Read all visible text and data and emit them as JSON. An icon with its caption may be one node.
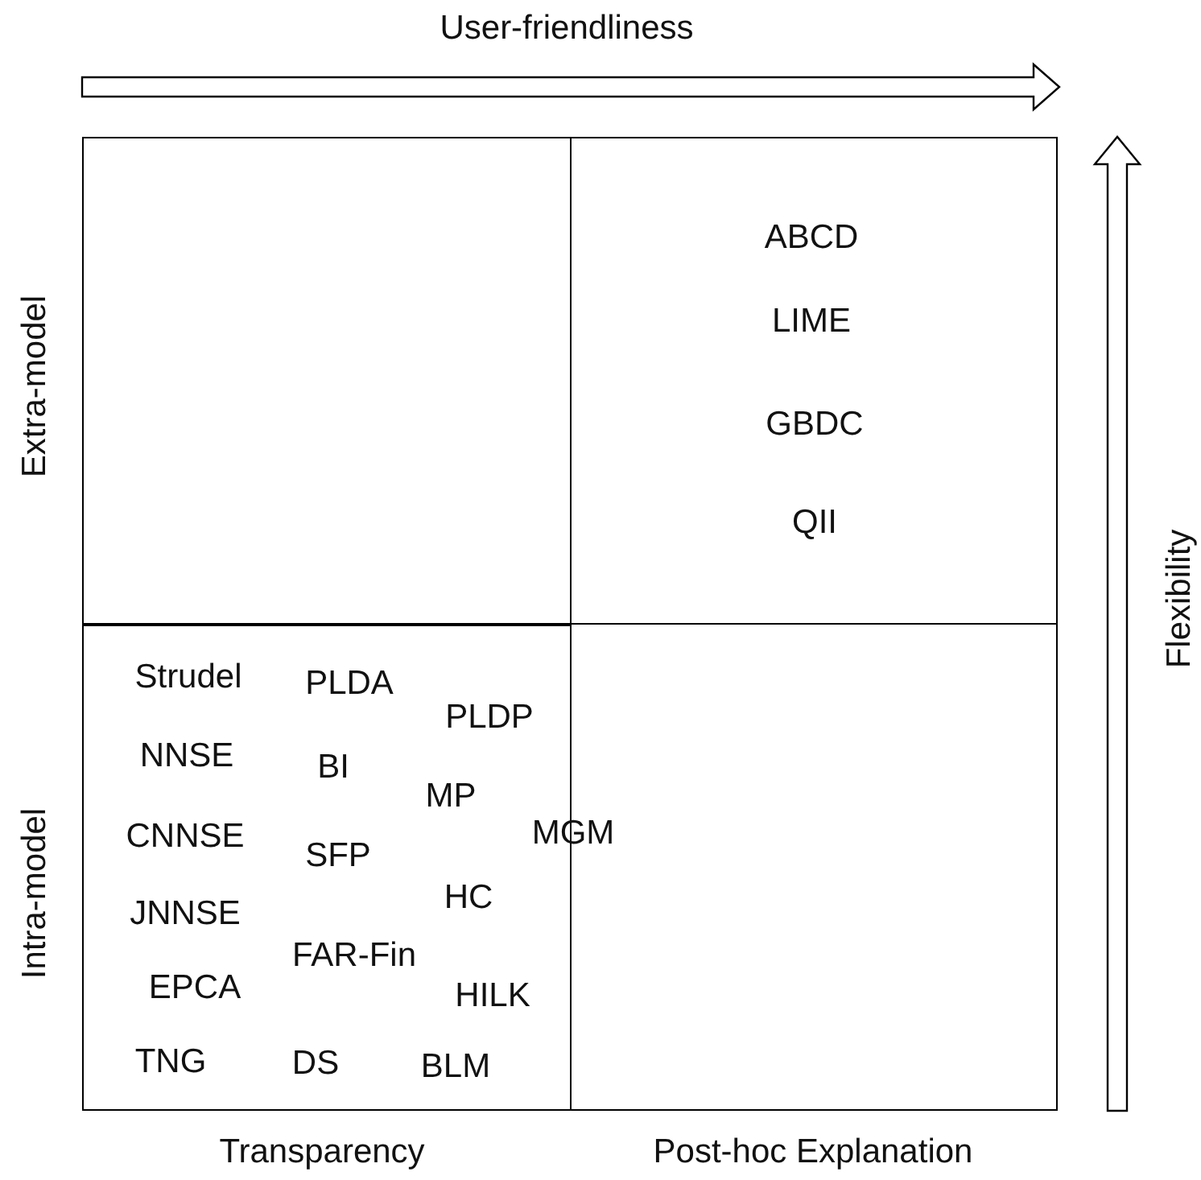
{
  "diagram": {
    "nodes": [
      {
        "text": [],
        "shape": "box"
      },
      {
        "text": [
          "ABCD",
          "LIME",
          "GBDC",
          "QII"
        ]
      },
      {
        "text": [
          "Strudel",
          "PLDA",
          "PLDP",
          "NNSE",
          "BI",
          "MP",
          "CNNSE",
          "SFP",
          "HC",
          "JNNSE",
          "FAR-Fin",
          "EPCA",
          "HILK",
          "TNG",
          "DS",
          "BLM"
        ]
      },
      {
        "text": [],
        "shape": "box"
      }
    ],
    "edges": [],
    "labels": [
      "User-friendliness",
      "Extra-model",
      "Flexibility",
      "MGM",
      "Intra-model",
      "Transparency",
      "Post-hoc Explanation"
    ]
  }
}
